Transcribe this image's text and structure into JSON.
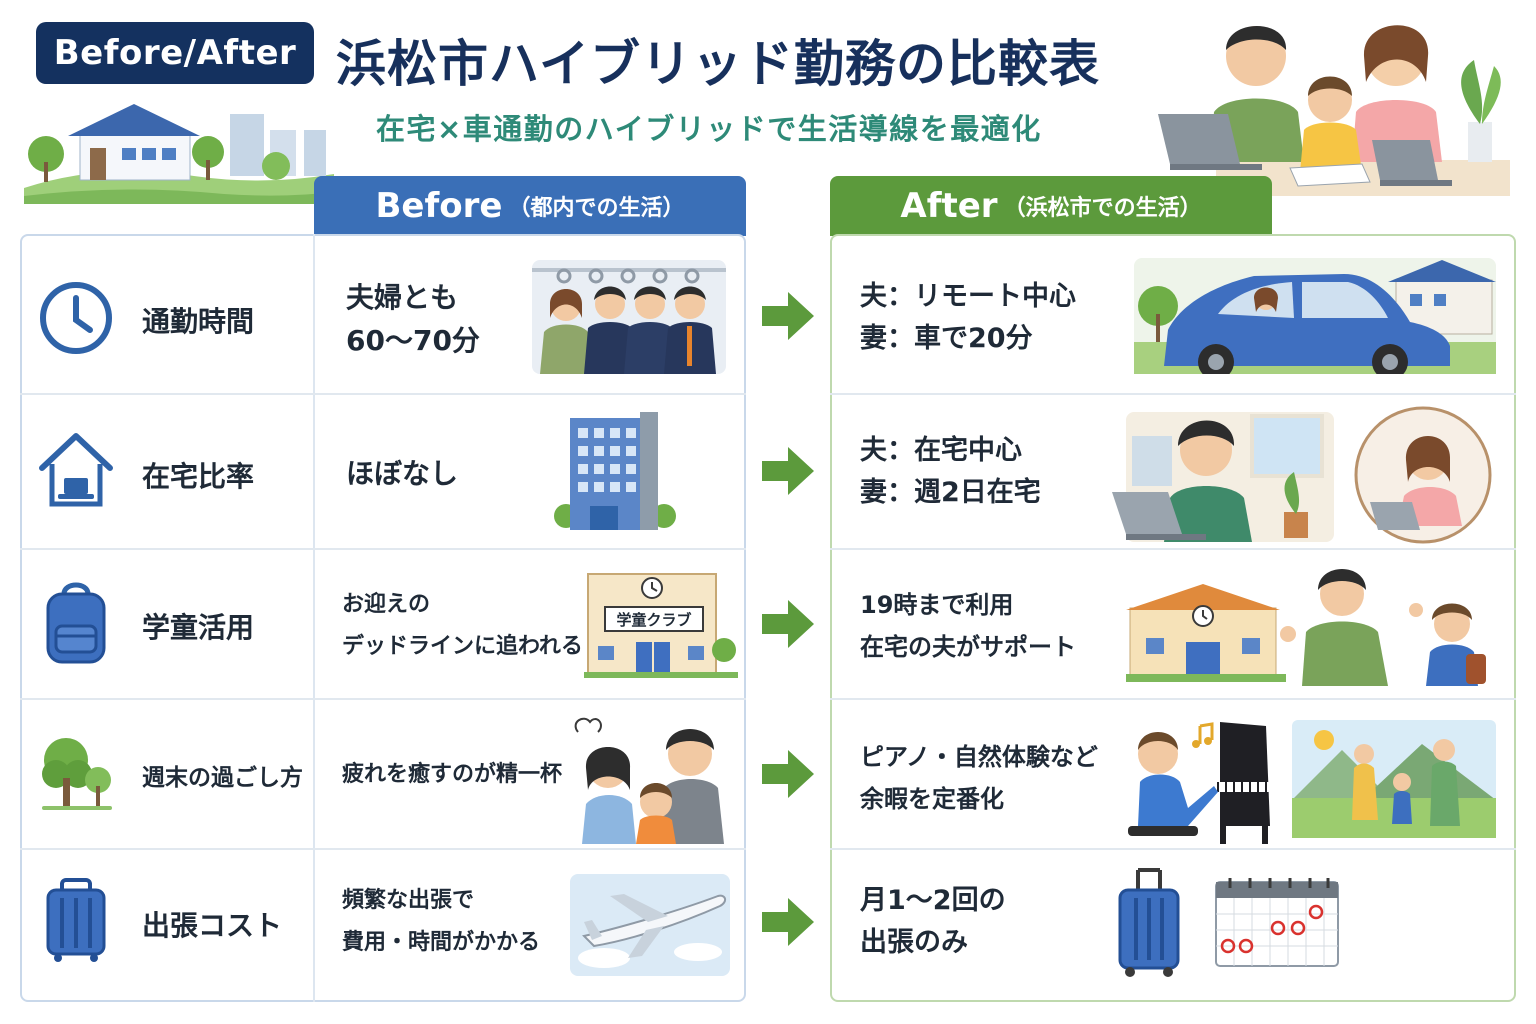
{
  "header": {
    "badge": "Before/After",
    "title": "浜松市ハイブリッド勤務の比較表",
    "subtitle": "在宅×車通勤のハイブリッドで生活導線を最適化"
  },
  "columns": {
    "before": {
      "label": "Before",
      "sub": "（都内での生活）"
    },
    "after": {
      "label": "After",
      "sub": "（浜松市での生活）"
    }
  },
  "rows": [
    {
      "label": "通勤時間",
      "icon": "clock-icon",
      "before": [
        "夫婦とも",
        "60〜70分"
      ],
      "after": [
        "夫：リモート中心",
        "妻：車で20分"
      ]
    },
    {
      "label": "在宅比率",
      "icon": "home-laptop-icon",
      "before": [
        "ほぼなし"
      ],
      "after": [
        "夫：在宅中心",
        "妻：週2日在宅"
      ]
    },
    {
      "label": "学童活用",
      "icon": "backpack-icon",
      "before": [
        "お迎えの",
        "デッドラインに追われる"
      ],
      "after": [
        "19時まで利用",
        "在宅の夫がサポート"
      ],
      "before_sign": "学童クラブ"
    },
    {
      "label": "週末の過ごし方",
      "icon": "tree-icon",
      "before": [
        "疲れを癒すのが精一杯"
      ],
      "after": [
        "ピアノ・自然体験など",
        "余暇を定番化"
      ]
    },
    {
      "label": "出張コスト",
      "icon": "suitcase-icon",
      "before": [
        "頻繁な出張で",
        "費用・時間がかかる"
      ],
      "after": [
        "月1〜2回の",
        "出張のみ"
      ]
    }
  ],
  "colors": {
    "navy": "#14315f",
    "before_blue": "#3a6fb7",
    "after_green": "#5c9a3c",
    "subtitle_teal": "#2e8a78",
    "arrow_green": "#5c9a3c"
  }
}
